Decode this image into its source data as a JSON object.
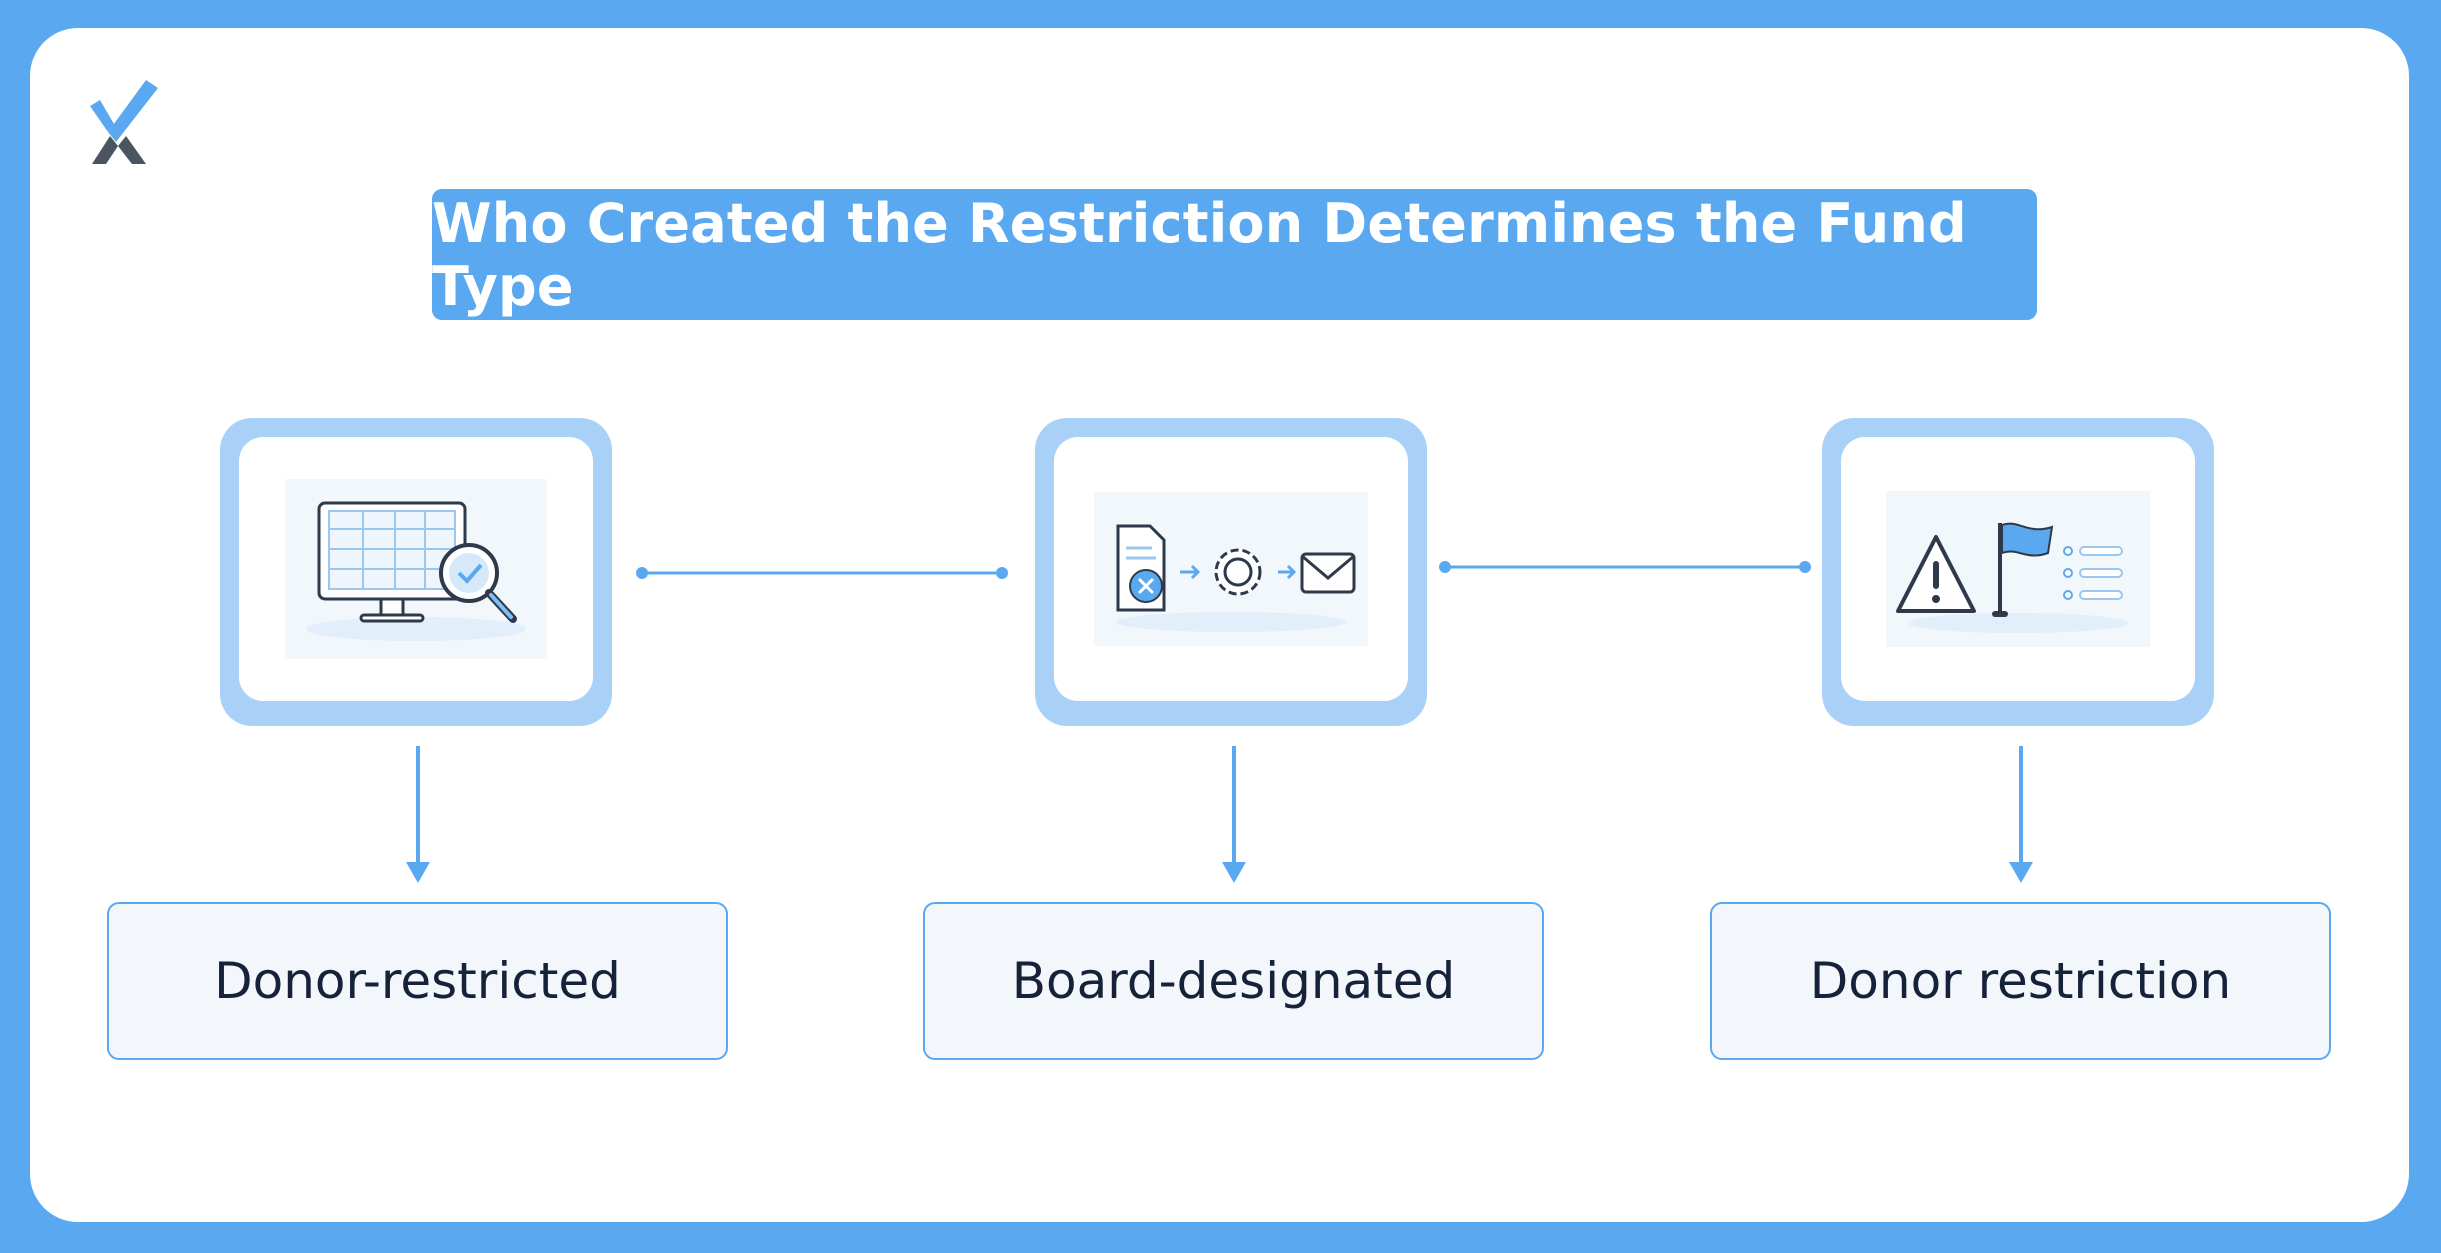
{
  "title": "Who Created the Restriction Determines the Fund Type",
  "nodes": [
    {
      "icon": "monitor-spreadsheet-magnifier-icon",
      "label": "Donor-restricted"
    },
    {
      "icon": "document-gear-envelope-icon",
      "label": "Board-designated"
    },
    {
      "icon": "warning-flag-checklist-icon",
      "label": "Donor restriction"
    }
  ],
  "colors": {
    "background": "#5AA9F0",
    "accent": "#5AA9F0",
    "node_frame": "#A9D1F7",
    "label_fill": "#F3F7FB",
    "text_dark": "#16223A"
  }
}
